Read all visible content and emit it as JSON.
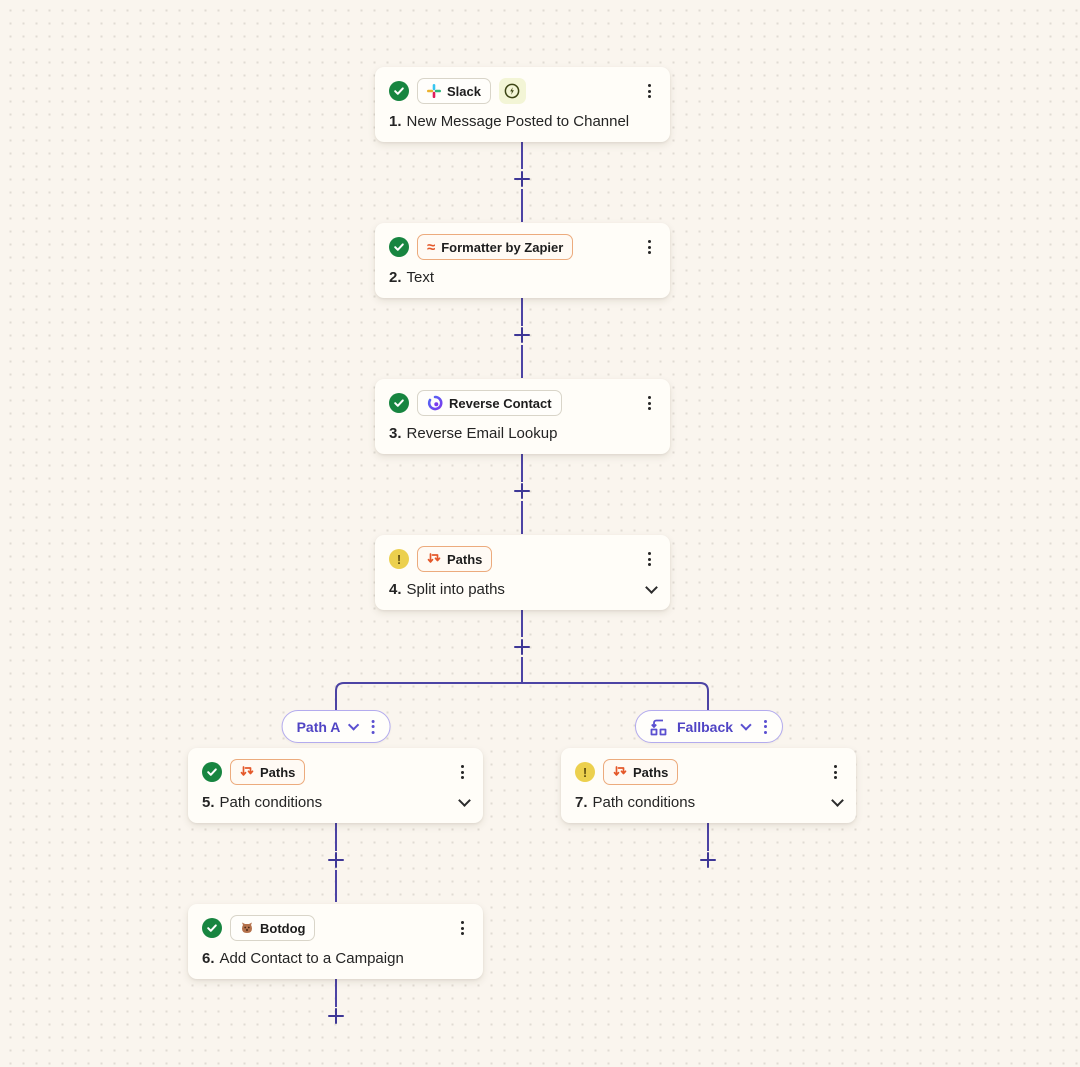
{
  "workflow": {
    "steps": [
      {
        "number": "1.",
        "title": "New Message Posted to Channel",
        "app": "Slack",
        "status": "success",
        "instant": true
      },
      {
        "number": "2.",
        "title": "Text",
        "app": "Formatter by Zapier",
        "status": "success"
      },
      {
        "number": "3.",
        "title": "Reverse Email Lookup",
        "app": "Reverse Contact",
        "status": "success"
      },
      {
        "number": "4.",
        "title": "Split into paths",
        "app": "Paths",
        "status": "warning"
      },
      {
        "number": "5.",
        "title": "Path conditions",
        "app": "Paths",
        "status": "success"
      },
      {
        "number": "6.",
        "title": "Add Contact to a Campaign",
        "app": "Botdog",
        "status": "success"
      },
      {
        "number": "7.",
        "title": "Path conditions",
        "app": "Paths",
        "status": "warning"
      }
    ],
    "branches": [
      {
        "label": "Path A"
      },
      {
        "label": "Fallback"
      }
    ],
    "warning_glyph": "!",
    "colors": {
      "connector": "#4c43a4",
      "success_green": "#178540",
      "warning_yellow": "#ecd04e",
      "app_orange": "#e4582a",
      "branch_purple": "#5044c4",
      "canvas_bg": "#faf5ee"
    }
  }
}
